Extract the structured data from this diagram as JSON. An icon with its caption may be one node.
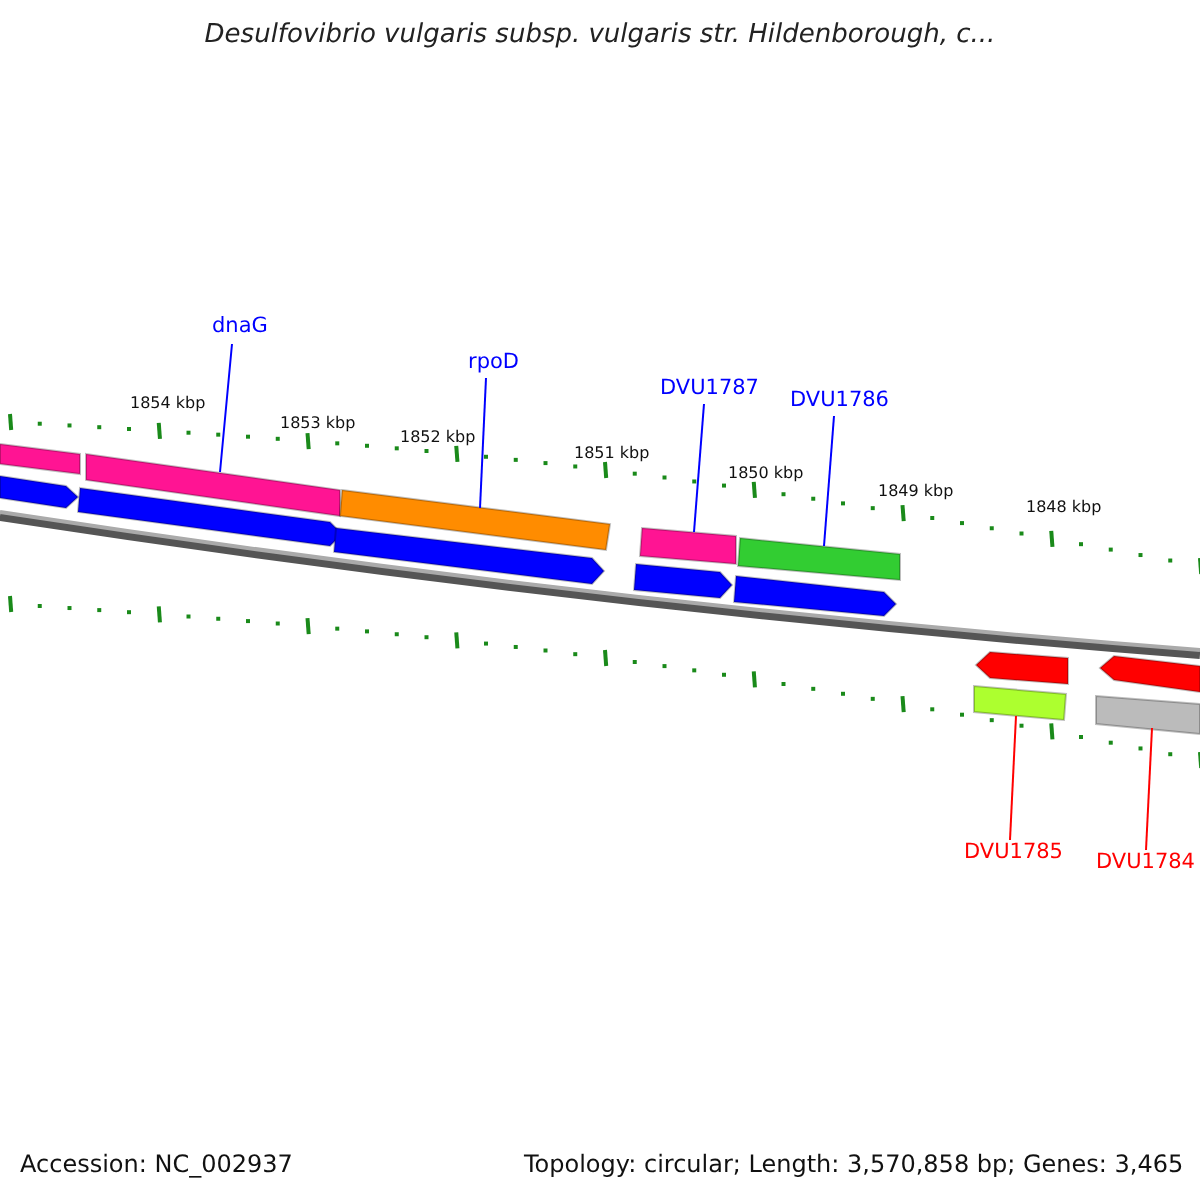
{
  "diagram": {
    "title": "Desulfovibrio vulgaris subsp. vulgaris str. Hildenborough, c...",
    "nodes": [
      {
        "text": [
          "dnaG"
        ]
      },
      {
        "text": [],
        "shape": "bar"
      },
      {
        "text": [
          "rpoD"
        ]
      },
      {
        "text": [],
        "shape": "bar"
      },
      {
        "text": [
          "DVU1787"
        ]
      },
      {
        "text": [],
        "shape": "bar"
      },
      {
        "text": [
          "DVU1786"
        ]
      },
      {
        "text": [],
        "shape": "bar"
      },
      {
        "text": [
          "DVU1785"
        ]
      },
      {
        "text": [],
        "shape": "bar"
      },
      {
        "text": [
          "DVU1784"
        ]
      },
      {
        "text": [],
        "shape": "bar"
      },
      {
        "text": [],
        "shape": "bar"
      },
      {
        "text": [],
        "shape": "pentagon"
      },
      {
        "text": [],
        "shape": "pentagon"
      },
      {
        "text": [],
        "shape": "pentagon"
      },
      {
        "text": [],
        "shape": "pentagon"
      },
      {
        "text": [],
        "shape": "pentagon"
      },
      {
        "text": [],
        "shape": "pentagon"
      },
      {
        "text": [],
        "shape": "pentagon"
      }
    ],
    "edges": [
      {
        "from": 0,
        "to": 1,
        "arrow": "none"
      },
      {
        "from": 2,
        "to": 3,
        "arrow": "none"
      },
      {
        "from": 4,
        "to": 5,
        "arrow": "none"
      },
      {
        "from": 6,
        "to": 7,
        "arrow": "none"
      },
      {
        "from": 8,
        "to": 9,
        "arrow": "none",
        "color": "#ff0000"
      },
      {
        "from": 10,
        "to": 11,
        "arrow": "none",
        "color": "#ff0000"
      }
    ],
    "labels": [
      "1854 kbp",
      "1853 kbp",
      "1852 kbp",
      "1851 kbp",
      "1850 kbp",
      "1849 kbp",
      "1848 kbp",
      "Accession: NC_002937",
      "Topology: circular; Length: 3,570,858 bp; Genes: 3,465"
    ]
  }
}
